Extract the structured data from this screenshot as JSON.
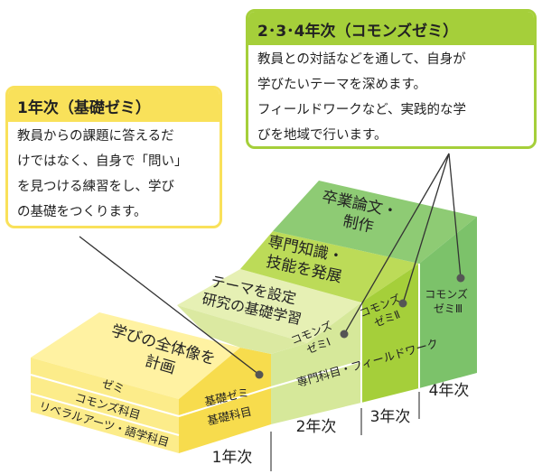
{
  "callouts": {
    "year1": {
      "title": "1年次（基礎ゼミ）",
      "lines": [
        "教員からの課題に答えるだ",
        "けではなく、自身で「問い」",
        "を見つける練習をし、学び",
        "の基礎をつくります。"
      ]
    },
    "year234": {
      "title": "2･3･4年次（コモンズゼミ）",
      "lines": [
        "教員との対話などを通して、自身が",
        "学びたいテーマを深めます。",
        "フィールドワークなど、実践的な学",
        "びを地域で行います。"
      ]
    }
  },
  "steps": {
    "s1": [
      "学びの全体像を",
      "計画"
    ],
    "s2": [
      "テーマを設定",
      "研究の基礎学習"
    ],
    "s3": [
      "専門知識・",
      "技能を発展"
    ],
    "s4": [
      "卒業論文・",
      "制作"
    ]
  },
  "layers": {
    "seminar": "ゼミ",
    "commons_subjects": "コモンズ科目",
    "liberal_arts": "リベラルアーツ・語学科目",
    "basic_seminar": "基礎ゼミ",
    "basic_subjects": "基礎科目",
    "specialized": "専門科目・フィールドワーク"
  },
  "commons": {
    "c1": [
      "コモンズ",
      "ゼミⅠ"
    ],
    "c2": [
      "コモンズ",
      "ゼミⅡ"
    ],
    "c3": [
      "コモンズ",
      "ゼミⅢ"
    ]
  },
  "years": [
    "1年次",
    "2年次",
    "3年次",
    "4年次"
  ],
  "colors": {
    "yellow": "#f9e15a",
    "lime": "#a5cf3a",
    "pale_green": "#d6e89a",
    "green": "#7cc26a"
  }
}
